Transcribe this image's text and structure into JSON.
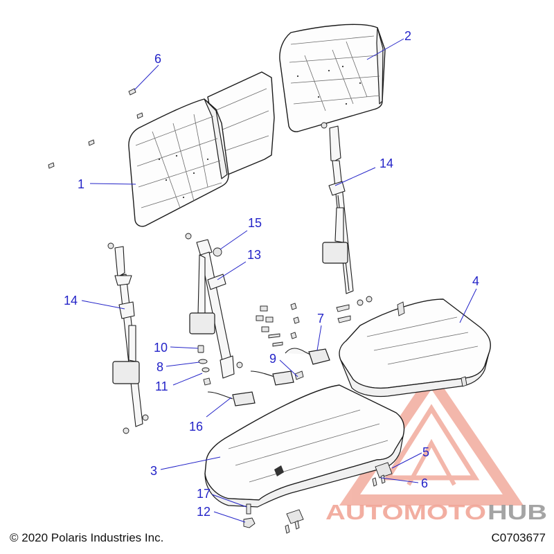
{
  "callouts": [
    {
      "id": "c1",
      "label": "1"
    },
    {
      "id": "c2",
      "label": "2"
    },
    {
      "id": "c3",
      "label": "3"
    },
    {
      "id": "c4",
      "label": "4"
    },
    {
      "id": "c5",
      "label": "5"
    },
    {
      "id": "c6a",
      "label": "6"
    },
    {
      "id": "c6b",
      "label": "6"
    },
    {
      "id": "c7",
      "label": "7"
    },
    {
      "id": "c8",
      "label": "8"
    },
    {
      "id": "c9",
      "label": "9"
    },
    {
      "id": "c10",
      "label": "10"
    },
    {
      "id": "c11",
      "label": "11"
    },
    {
      "id": "c12",
      "label": "12"
    },
    {
      "id": "c13",
      "label": "13"
    },
    {
      "id": "c14a",
      "label": "14"
    },
    {
      "id": "c14b",
      "label": "14"
    },
    {
      "id": "c15",
      "label": "15"
    },
    {
      "id": "c16",
      "label": "16"
    },
    {
      "id": "c17",
      "label": "17"
    }
  ],
  "footer": {
    "copyright": "© 2020 Polaris Industries Inc.",
    "drawing_number": "C0703677"
  },
  "watermark": {
    "brand_part1": "AUTOMOTO",
    "brand_part2": "HUB",
    "color_primary": "#f0a090",
    "color_secondary": "#9a9a9a"
  },
  "colors": {
    "callout": "#2323c8",
    "linework": "#1a1a1a"
  }
}
